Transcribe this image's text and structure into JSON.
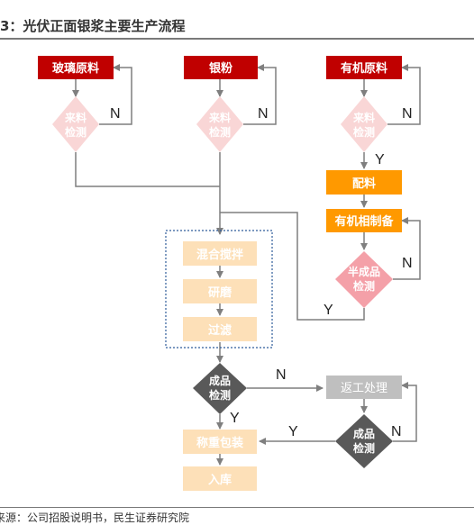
{
  "header": {
    "title": "3：光伏正面银浆主要生产流程"
  },
  "nodes": {
    "glass": "玻璃原料",
    "silver": "银粉",
    "organic": "有机原料",
    "inspect1_l1": "来料",
    "inspect1_l2": "检测",
    "inspect2_l1": "来料",
    "inspect2_l2": "检测",
    "inspect3_l1": "来料",
    "inspect3_l2": "检测",
    "batching": "配料",
    "binder": "有机相制备",
    "semi_l1": "半成品",
    "semi_l2": "检测",
    "mix": "混合搅拌",
    "grind": "研磨",
    "filter": "过滤",
    "final_l1": "成品",
    "final_l2": "检测",
    "rework": "返工处理",
    "final2_l1": "成品",
    "final2_l2": "检测",
    "pack": "称重包装",
    "store": "入库"
  },
  "edge_labels": {
    "n1": "N",
    "n2": "N",
    "n3": "N",
    "y1": "Y",
    "n4": "N",
    "y2": "Y",
    "n5": "N",
    "y3": "Y",
    "n6": "N",
    "y4": "Y"
  },
  "colors": {
    "raw": "#C00000",
    "inspect_faded": "#F9D6D6",
    "orange": "#FF9900",
    "semi_diamond": "#F4A0A8",
    "process_faded": "#FDE0B8",
    "dark_diamond": "#595959",
    "rework": "#BFBFBF",
    "line": "#7f7f7f"
  },
  "footer": {
    "source": "来源：公司招股说明书，民生证券研究院"
  }
}
